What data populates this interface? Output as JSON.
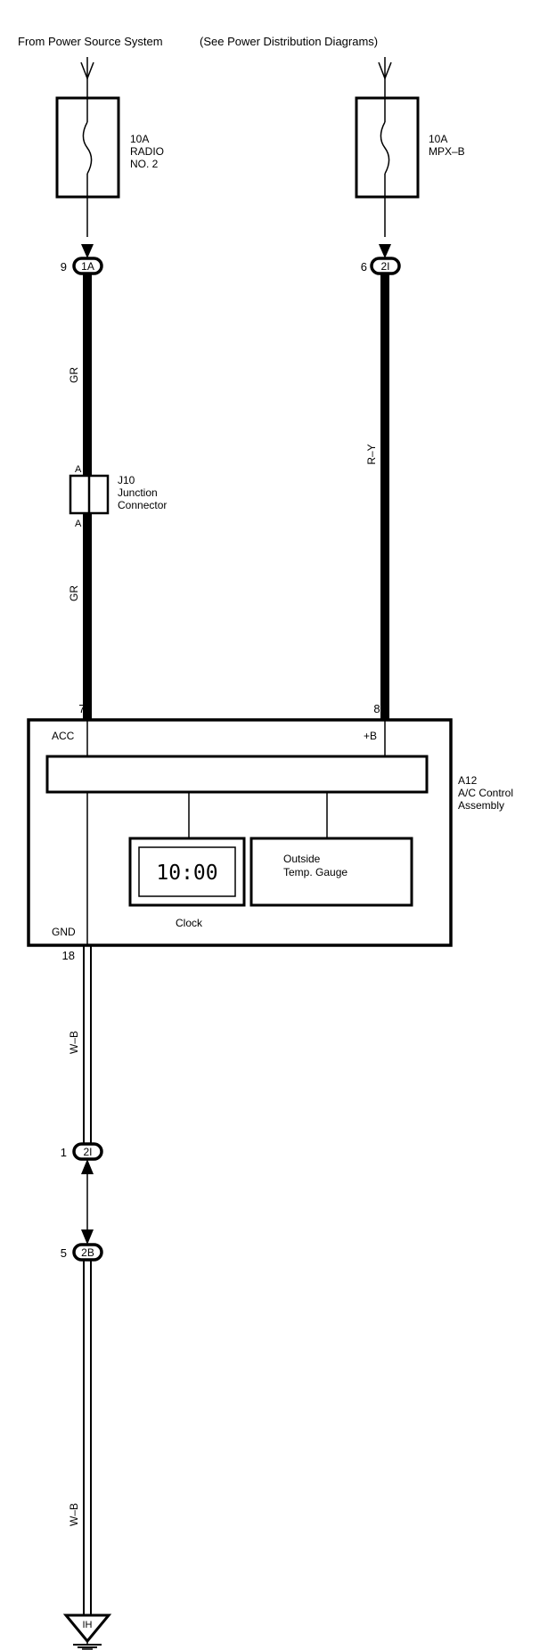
{
  "header": {
    "source": "From Power Source System",
    "note": "(See Power Distribution Diagrams)"
  },
  "fuses": [
    {
      "amp": "10A",
      "name1": "RADIO",
      "name2": "NO. 2"
    },
    {
      "amp": "10A",
      "name1": "MPX–B"
    }
  ],
  "connectors": {
    "c1A": {
      "pin": "9",
      "code": "1A"
    },
    "c2I_top": {
      "pin": "6",
      "code": "2I"
    },
    "c2I_bottom": {
      "pin": "1",
      "code": "2I"
    },
    "c2B": {
      "pin": "5",
      "code": "2B"
    }
  },
  "wires": {
    "gr_upper": "GR",
    "gr_lower": "GR",
    "ry": "R–Y",
    "wb_upper": "W–B",
    "wb_lower": "W–B"
  },
  "junction": {
    "pin_top": "A",
    "pin_bottom": "A",
    "id": "J10",
    "name1": "Junction",
    "name2": "Connector"
  },
  "assembly": {
    "id": "A12",
    "name1": "A/C Control",
    "name2": "Assembly",
    "pin_acc": "7",
    "pin_b": "8",
    "pin_gnd": "18",
    "label_acc": "ACC",
    "label_b": "+B",
    "label_gnd": "GND",
    "clock_display": "10:00",
    "clock_label": "Clock",
    "gauge_line1": "Outside",
    "gauge_line2": "Temp.  Gauge"
  },
  "ground": {
    "code": "IH"
  }
}
